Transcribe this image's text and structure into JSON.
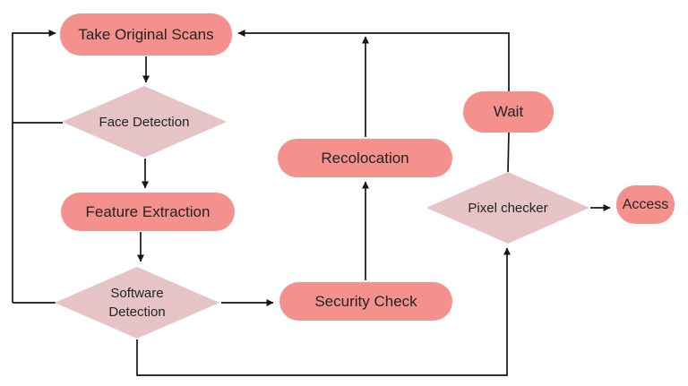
{
  "diagram": {
    "type": "flowchart",
    "background": "#FFFFFF",
    "colors": {
      "process_fill": "#F4918D",
      "decision_fill": "#E6C4C6",
      "connector": "#161616",
      "text": "#232323"
    },
    "nodes": [
      {
        "id": "take-original-scans",
        "shape": "rounded-rect",
        "label": "Take Original Scans"
      },
      {
        "id": "face-detection",
        "shape": "diamond",
        "label": "Face Detection"
      },
      {
        "id": "feature-extraction",
        "shape": "rounded-rect",
        "label": "Feature Extraction"
      },
      {
        "id": "software-detection",
        "shape": "diamond",
        "label": "Software Detection"
      },
      {
        "id": "security-check",
        "shape": "rounded-rect",
        "label": "Security Check"
      },
      {
        "id": "recolocation",
        "shape": "rounded-rect",
        "label": "Recolocation"
      },
      {
        "id": "wait",
        "shape": "rounded-rect",
        "label": "Wait"
      },
      {
        "id": "pixel-checker",
        "shape": "diamond",
        "label": "Pixel checker"
      },
      {
        "id": "access",
        "shape": "rounded-rect",
        "label": "Access"
      }
    ],
    "edges": [
      {
        "from": "take-original-scans",
        "to": "face-detection",
        "arrow": true,
        "route": "straight down"
      },
      {
        "from": "face-detection",
        "to": "feature-extraction",
        "arrow": true,
        "route": "straight down"
      },
      {
        "from": "feature-extraction",
        "to": "software-detection",
        "arrow": true,
        "route": "straight down"
      },
      {
        "from": "software-detection",
        "to": "security-check",
        "arrow": true,
        "route": "right"
      },
      {
        "from": "security-check",
        "to": "recolocation",
        "arrow": true,
        "route": "straight up"
      },
      {
        "from": "recolocation",
        "to": "take-original-scans",
        "arrow": true,
        "route": "up into top return line"
      },
      {
        "from": "pixel-checker",
        "to": "wait",
        "arrow": false,
        "route": "straight up through line"
      },
      {
        "from": "wait",
        "to": "take-original-scans",
        "arrow": true,
        "route": "up then left along top line"
      },
      {
        "from": "pixel-checker",
        "to": "access",
        "arrow": true,
        "route": "right"
      },
      {
        "from": "software-detection",
        "to": "pixel-checker",
        "arrow": true,
        "route": "down, right along bottom, up into diamond"
      },
      {
        "from": "face-detection",
        "to": "take-original-scans",
        "arrow": true,
        "route": "left then up shared left line"
      },
      {
        "from": "software-detection",
        "to": "take-original-scans",
        "arrow": true,
        "route": "left then up shared left line"
      }
    ]
  }
}
